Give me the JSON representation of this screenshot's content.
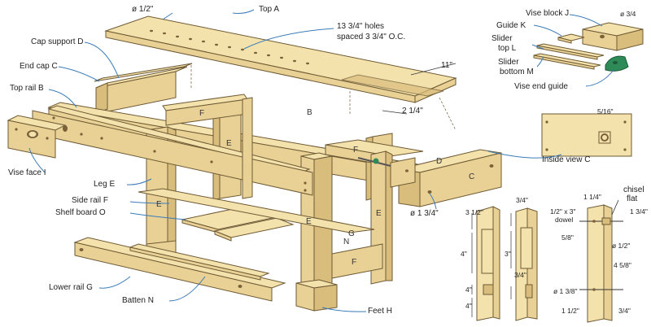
{
  "labels": {
    "top_a": "Top A",
    "hole_diam": "ø 1/2\"",
    "holes_spacing_1": "13  3/4\" holes",
    "holes_spacing_2": "spaced 3 3/4\" O.C.",
    "dim_11": "11\"",
    "dim_2_1_4": "2 1/4\"",
    "cap_support_d": "Cap support D",
    "end_cap_c": "End cap C",
    "top_rail_b": "Top rail B",
    "vise_face_i": "Vise face I",
    "leg_e": "Leg E",
    "side_rail_f": "Side rail F",
    "shelf_board_o": "Shelf board O",
    "lower_rail_g": "Lower rail G",
    "batten_n": "Batten N",
    "feet_h": "Feet H",
    "vise_block_j": "Vise block J",
    "vise_block_diam": "ø 3/4",
    "guide_k": "Guide K",
    "slider_top_l_1": "Slider",
    "slider_top_l_2": "top L",
    "slider_bottom_m_1": "Slider",
    "slider_bottom_m_2": "bottom M",
    "vise_end_guide": "Vise end guide",
    "inside_view_c": "Inside view C",
    "inside_dim": "5/16\"",
    "dim_1_3_4_diam": "ø 1 3/4\"",
    "chisel_flat_1": "chisel",
    "chisel_flat_2": "flat",
    "dowel_1": "1/2\" x 3\"",
    "dowel_2": "dowel"
  },
  "part_letters": {
    "b": "B",
    "c": "C",
    "d": "D",
    "e1": "E",
    "e2": "E",
    "e3": "E",
    "e4": "E",
    "f1": "F",
    "f2": "F",
    "f3": "F",
    "g": "G",
    "n": "N"
  },
  "details": {
    "d1_top": "3 1/2\"",
    "d1_mid": "4\"",
    "d1_b1": "4\"",
    "d1_b2": "4\"",
    "d2_top": "3/4\"",
    "d2_mid": "3\"",
    "d2_bot": "3/4\"",
    "d3_a": "1 1/4\"",
    "d3_b": "1 3/4\"",
    "d3_c": "5/8\"",
    "d3_d": "ø 1/2\"",
    "d3_e": "4 5/8\"",
    "d3_f": "ø 1 3/8\"",
    "d3_g": "1 1/2\"",
    "d3_h": "3/4\""
  },
  "colors": {
    "wood": "#f4e2ad",
    "wood_dark": "#d9bd7c",
    "leader": "#3a7bb8",
    "green": "#2e8b57"
  }
}
